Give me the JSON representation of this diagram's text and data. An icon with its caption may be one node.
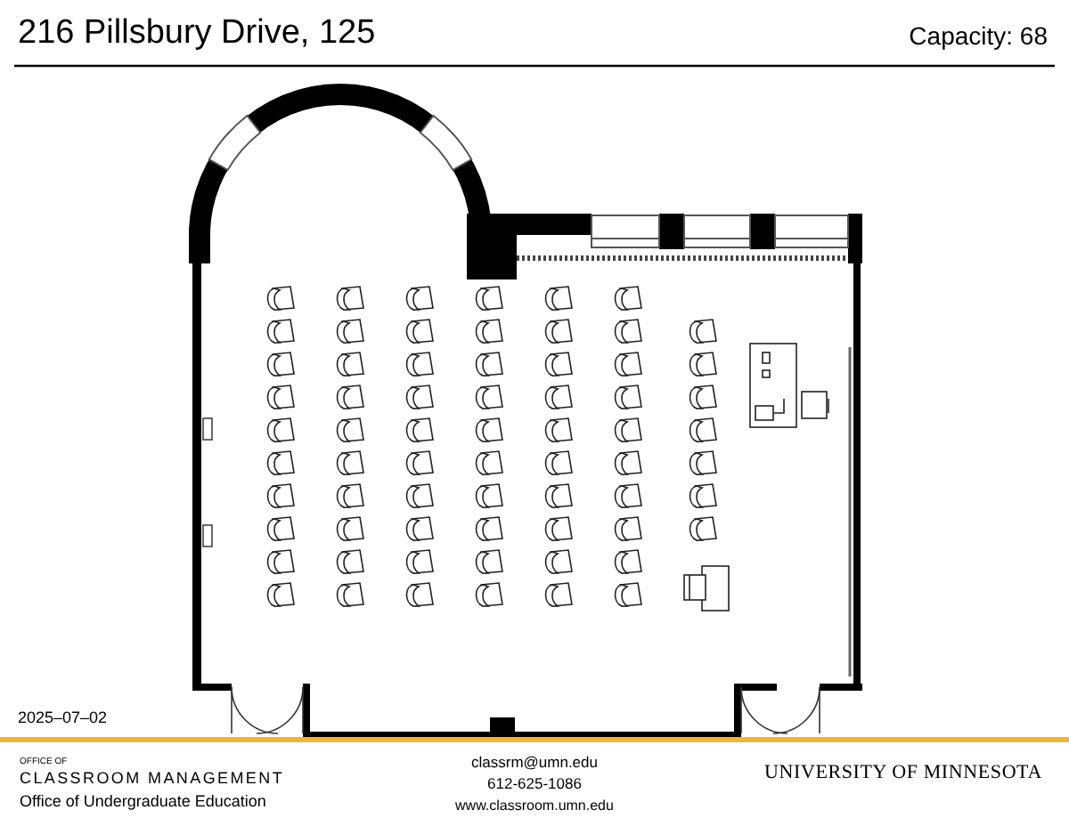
{
  "diagram": {
    "title": "216 Pillsbury Drive, 125",
    "labels": [
      "Capacity: 68",
      "2025–07–02",
      "OFFICE OF",
      "CLASSROOM MANAGEMENT",
      "Office of Undergraduate Education",
      "classrm@umn.edu",
      "612-625-1086",
      "www.classroom.umn.edu",
      "UNIVERSITY OF MINNESOTA"
    ]
  }
}
